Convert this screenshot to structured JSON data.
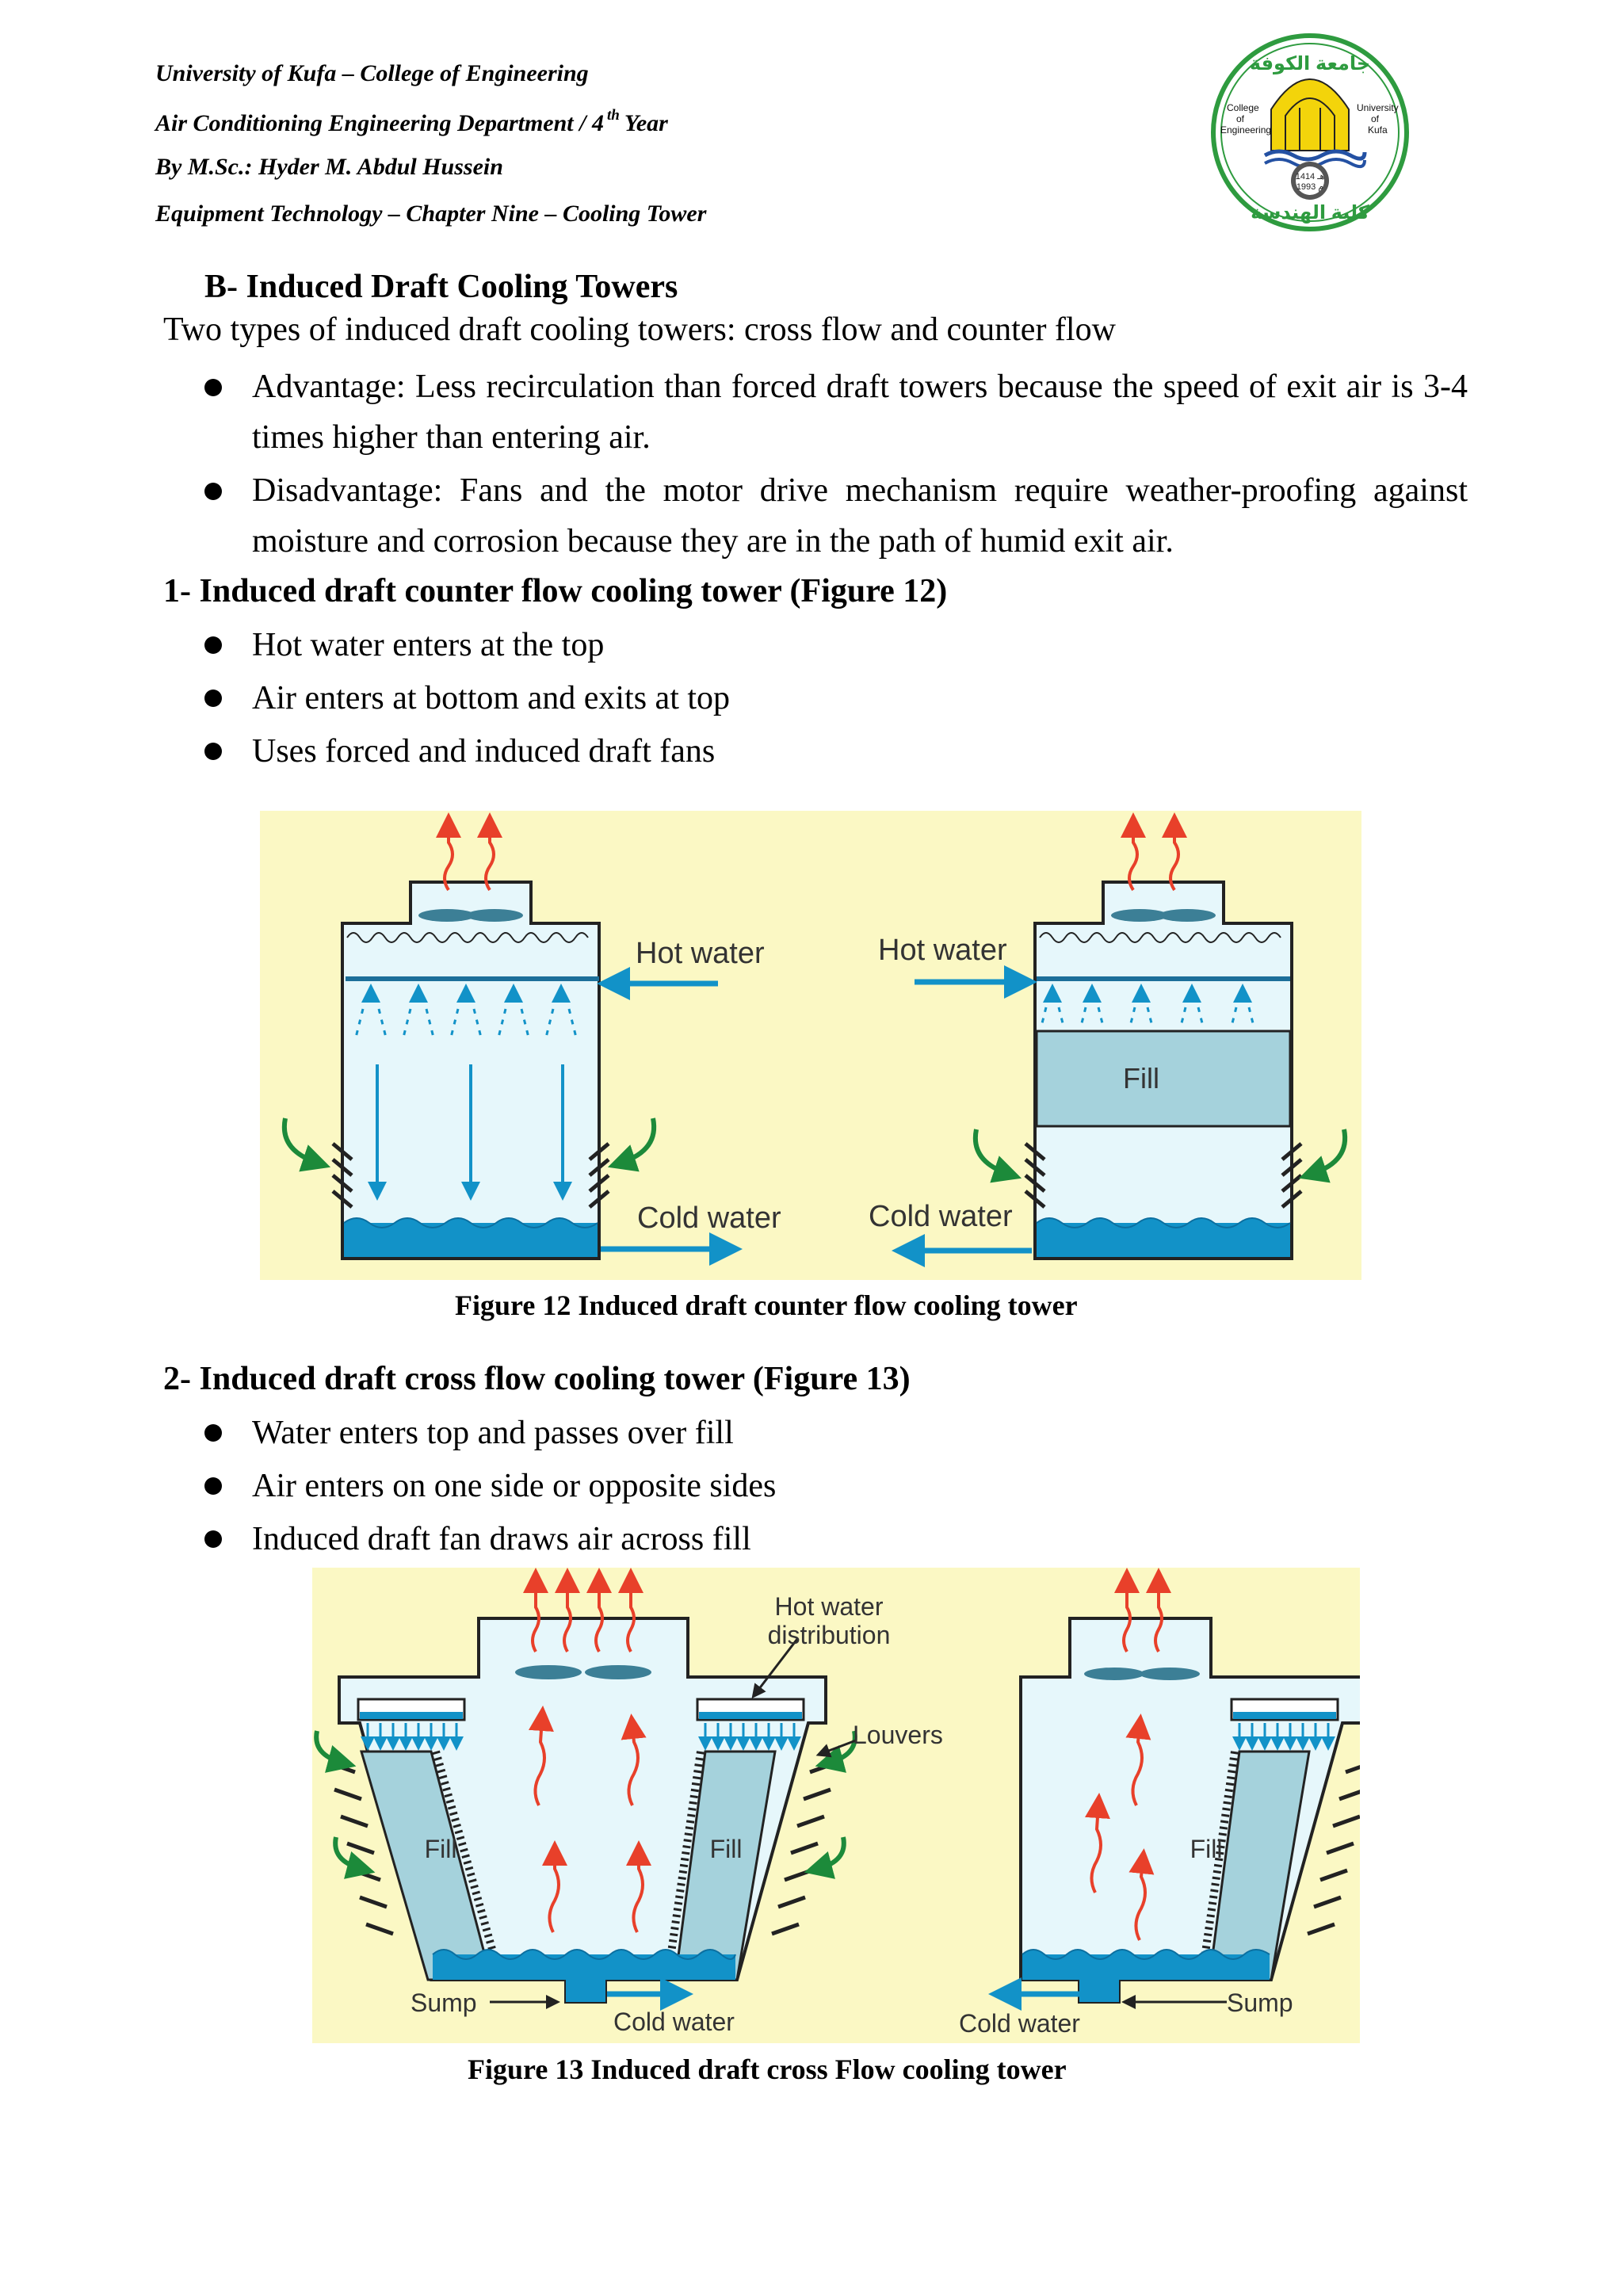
{
  "header": {
    "line1": "University of Kufa – College of Engineering",
    "line2_pre": "Air Conditioning Engineering Department / 4",
    "line2_sup": "th",
    "line2_post": "Year",
    "line3": "By M.Sc.: Hyder M. Abdul Hussein",
    "line4": "Equipment Technology – Chapter Nine – Cooling Tower"
  },
  "logo": {
    "arabic_top": "جامعة الكوفة",
    "arabic_bottom": "كلية الهندسة",
    "left_label": "College of Engineering",
    "right_label": "University of Kufa",
    "year1": "هـ 1414",
    "year2": "م 1993"
  },
  "section_b": {
    "title": "B- Induced Draft Cooling Towers",
    "intro": "Two types of induced draft cooling towers: cross flow and counter flow",
    "bullets": [
      "Advantage: Less recirculation than forced draft towers because the speed of exit air is 3-4 times higher than entering air.",
      "Disadvantage: Fans and the motor drive mechanism require weather-proofing against moisture and corrosion because they are in the path of humid exit air."
    ]
  },
  "section_1": {
    "title": "1-  Induced draft counter flow cooling tower (Figure 12)",
    "bullets": [
      "Hot water enters at the top",
      "Air enters at bottom and exits at top",
      "Uses forced and induced draft fans"
    ]
  },
  "figure12": {
    "labels": {
      "hot_water_left": "Hot water",
      "cold_water_left": "Cold water",
      "hot_water_right": "Hot water",
      "fill": "Fill",
      "cold_water_right": "Cold water"
    },
    "caption": "Figure 12 Induced draft counter flow cooling tower"
  },
  "section_2": {
    "title": "2-  Induced draft cross flow cooling tower (Figure 13)",
    "bullets": [
      "Water enters top and passes over fill",
      "Air enters on one side or opposite sides",
      "Induced draft fan draws air across fill"
    ]
  },
  "figure13": {
    "labels": {
      "hot_water_distribution_1": "Hot water",
      "hot_water_distribution_2": "distribution",
      "louvers": "Louvers",
      "fill_left": "Fill",
      "fill_center": "Fill",
      "fill_right": "Fill",
      "sump_left": "Sump",
      "cold_water_left": "Cold water",
      "cold_water_right": "Cold water",
      "sump_right": "Sump"
    },
    "caption": "Figure 13 Induced draft cross Flow cooling tower"
  },
  "colors": {
    "figure_background": "#fbf8c4",
    "tower_fill": "#e6f7fb",
    "fill_media": "#a5d2dc",
    "water": "#1292c8",
    "hot_air_arrow": "#e8402a",
    "inlet_air_arrow": "#1c8a3a",
    "logo_ring": "#2e9b3f",
    "logo_dome": "#f3d40b"
  }
}
